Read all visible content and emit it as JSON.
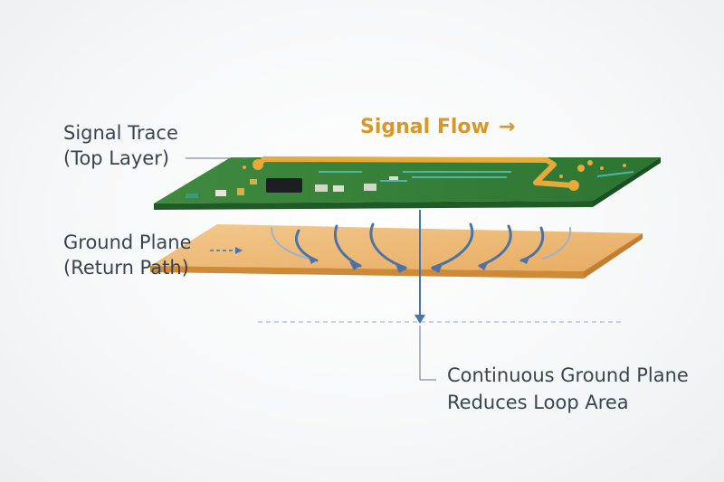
{
  "labels": {
    "signal_trace": [
      "Signal Trace",
      "(Top Layer)"
    ],
    "ground_plane": [
      "Ground Plane",
      "(Return Path)"
    ],
    "signal_flow": "Signal Flow",
    "signal_flow_arrow": "→",
    "caption": [
      "Continuous Ground Plane",
      "Reduces Loop Area"
    ]
  },
  "colors": {
    "pcb_green": "#2f7a34",
    "trace_gold": "#e6a93a",
    "copper_plane": "#eab26a",
    "return_arrow": "#4b73a8",
    "text": "#3a4450",
    "accent": "#d9972a"
  }
}
